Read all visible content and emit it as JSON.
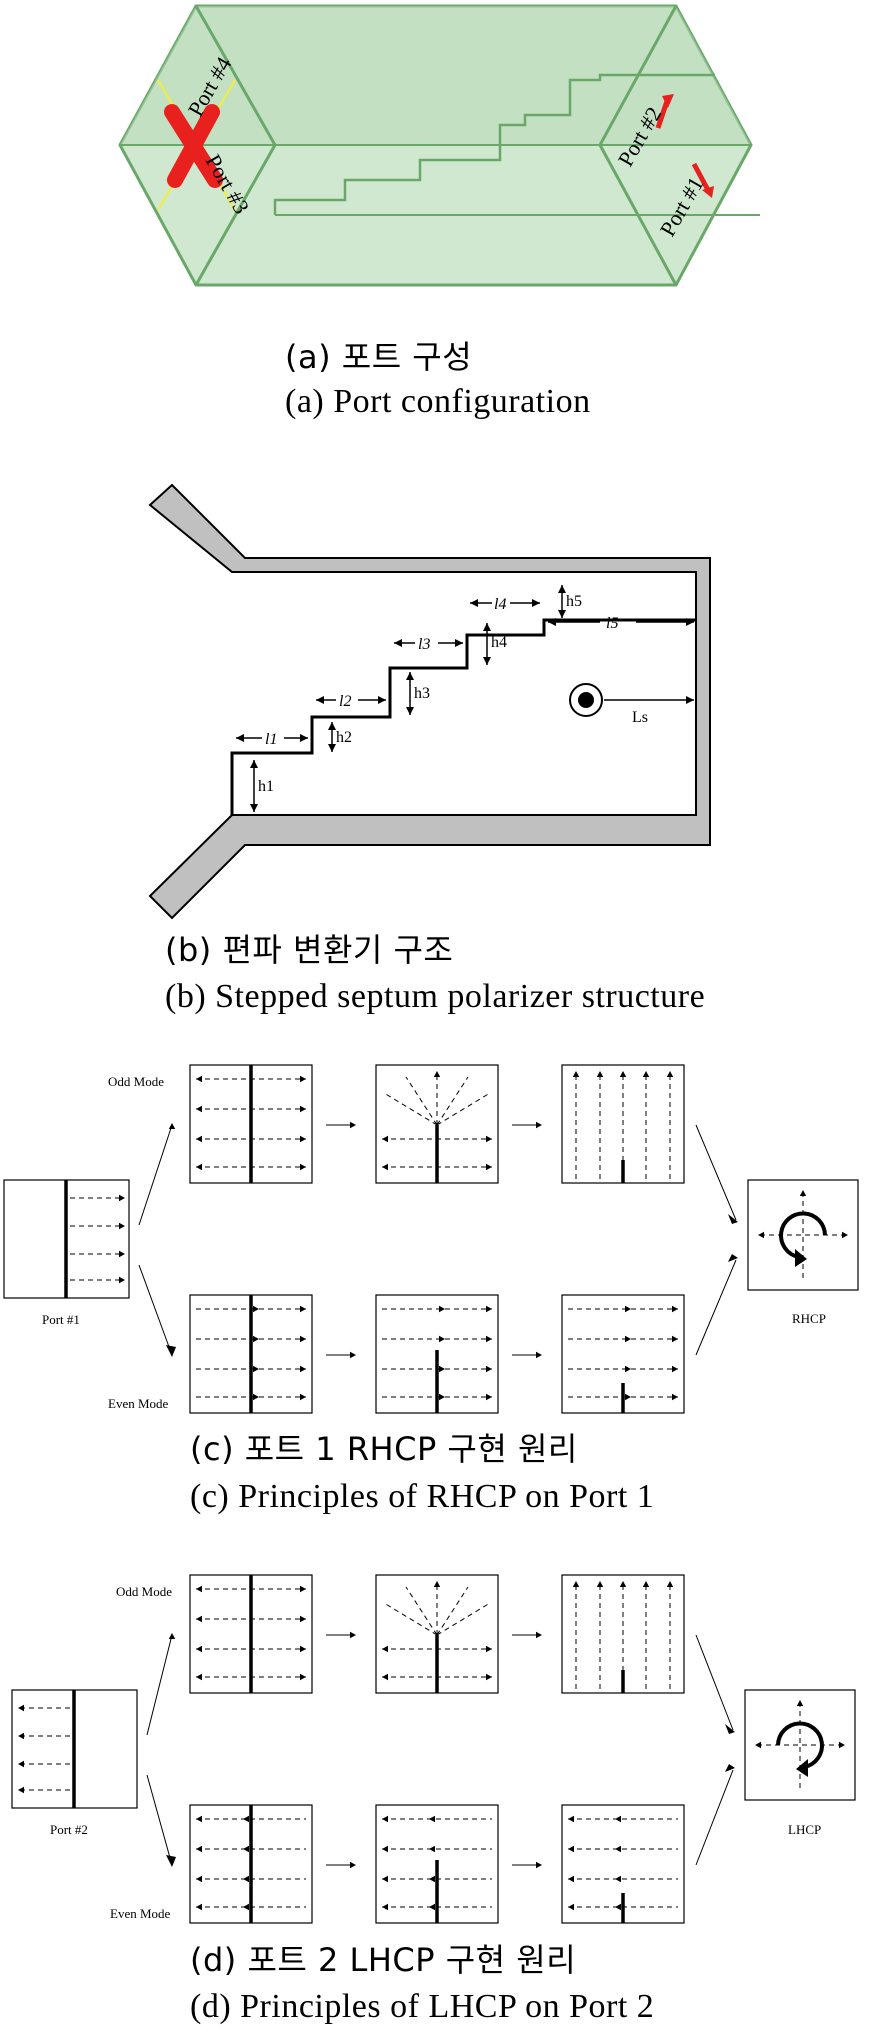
{
  "panel_a": {
    "port_labels": [
      "Port #4",
      "Port #3",
      "Port #2",
      "Port #1"
    ],
    "caption_ko": "(a)  포트  구성",
    "caption_en": "(a)  Port  configuration"
  },
  "panel_b": {
    "dims": [
      "l1",
      "l2",
      "l3",
      "l4",
      "l5",
      "h1",
      "h2",
      "h3",
      "h4",
      "h5",
      "Ls"
    ],
    "caption_ko": "(b)  편파  변환기  구조",
    "caption_en": "(b)  Stepped  septum  polarizer  structure"
  },
  "panel_c": {
    "odd_label": "Odd Mode",
    "even_label": "Even Mode",
    "port_label": "Port #1",
    "result_label": "RHCP",
    "caption_ko": "(c)  포트  1  RHCP  구현  원리",
    "caption_en": "(c)  Principles  of  RHCP  on  Port  1"
  },
  "panel_d": {
    "odd_label": "Odd Mode",
    "even_label": "Even Mode",
    "port_label": "Port #2",
    "result_label": "LHCP",
    "caption_ko": "(d)  포트  2  LHCP  구현  원리",
    "caption_en": "(d)  Principles  of  LHCP  on  Port  2"
  },
  "colors": {
    "box_fill": "#cfe8cf",
    "box_edge": "#6aa86a",
    "port_marker": "#e8211e",
    "port_line": "#f2ee3a",
    "septum_fill": "#c0c0c0"
  }
}
